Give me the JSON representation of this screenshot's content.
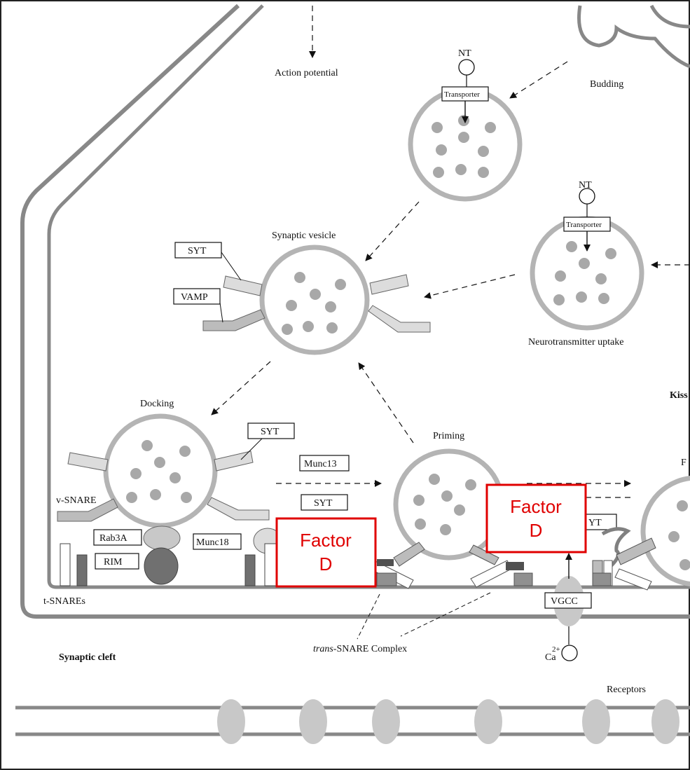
{
  "labels": {
    "action_potential": "Action potential",
    "budding": "Budding",
    "nt_top": "NT",
    "transporter_top": "Transporter",
    "nt_right": "NT",
    "transporter_right": "Transporter",
    "synaptic_vesicle": "Synaptic vesicle",
    "neurotransmitter_uptake": "Neurotransmitter uptake",
    "kiss": "Kiss",
    "docking": "Docking",
    "priming": "Priming",
    "f_partial": "F",
    "v_snare": "v-SNARE",
    "t_snares": "t-SNAREs",
    "synaptic_cleft": "Synaptic cleft",
    "trans_snare_italic": "trans",
    "trans_snare_rest": "-SNARE Complex",
    "receptors": "Receptors",
    "ca": "Ca",
    "ca_charge": "2+"
  },
  "boxes": {
    "syt_vesicle": "SYT",
    "vamp_vesicle": "VAMP",
    "syt_docking": "SYT",
    "munc13": "Munc13",
    "syt_priming": "SYT",
    "rab3a": "Rab3A",
    "rim": "RIM",
    "munc18": "Munc18",
    "vgcc": "VGCC",
    "syt_right_partial": "YT"
  },
  "factor_boxes": [
    {
      "line1": "Factor",
      "line2": "D"
    },
    {
      "line1": "Factor",
      "line2": "D"
    }
  ],
  "colors": {
    "membrane": "#888888",
    "vesicle": "#b4b4b4",
    "dots": "#a8a8a8",
    "highlight_red": "#e00000"
  }
}
